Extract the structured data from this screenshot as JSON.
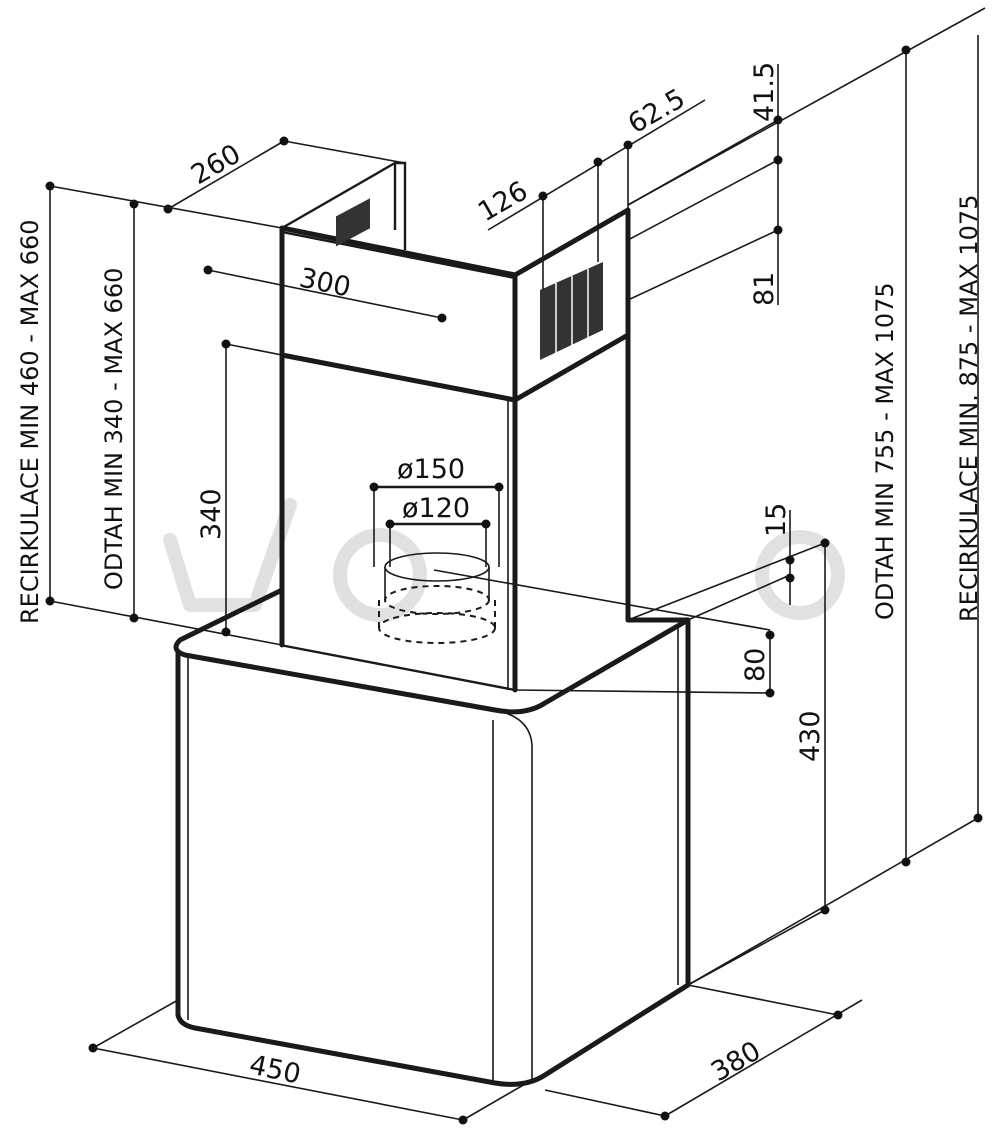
{
  "dimensions": {
    "upper_width": "300",
    "upper_depth": "260",
    "grille_offset": "126",
    "grille_width": "62.5",
    "top_gap": "41.5",
    "grille_height": "81",
    "duct_outer": "ø150",
    "duct_inner": "ø120",
    "lower_chimney_height": "340",
    "offset_15": "15",
    "offset_80": "80",
    "canopy_height": "430",
    "canopy_width": "450",
    "canopy_depth": "380"
  },
  "ranges": {
    "left_recirculation": "RECIRKULACE MIN 460 - MAX 660",
    "left_extraction": "ODTAH MIN 340 - MAX 660",
    "right_extraction": "ODTAH MIN 755 - MAX 1075",
    "right_recirculation": "RECIRKULACE MIN. 875 - MAX 1075"
  },
  "colors": {
    "line": "#1a1a1a",
    "watermark": "#d9d9d9"
  }
}
